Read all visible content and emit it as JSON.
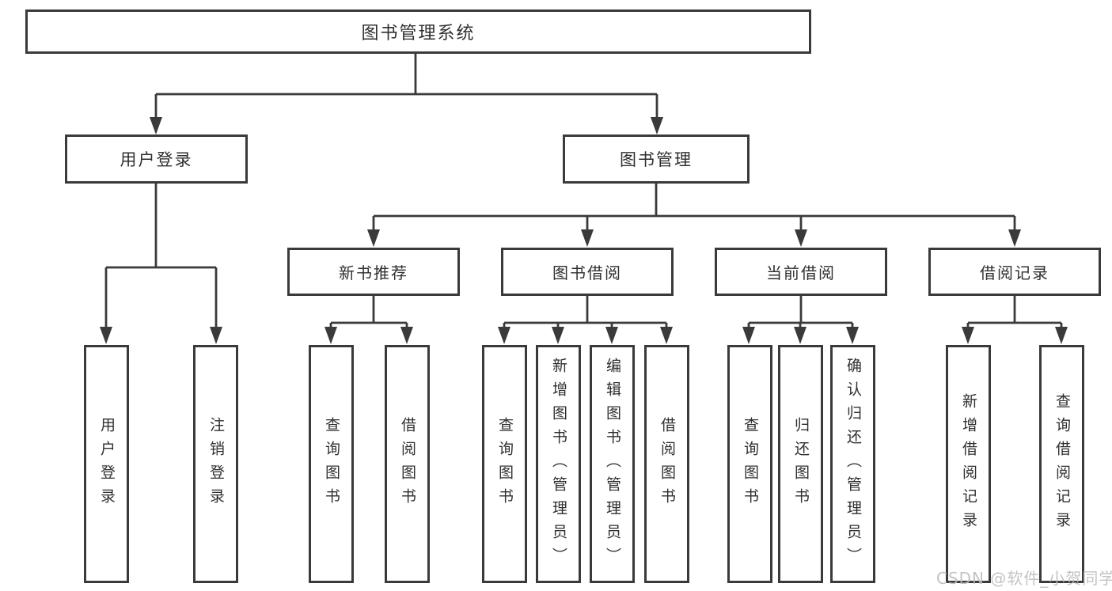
{
  "title": "图书管理系统",
  "watermark": "CSDN @软件_小贺同学",
  "colors": {
    "line": "#3a3a3a",
    "text": "#2f2f2f",
    "watermark": "#bdbdbd"
  },
  "nodes": {
    "root": {
      "label": "图书管理系统"
    },
    "level2": [
      {
        "id": "user-login",
        "label": "用户登录"
      },
      {
        "id": "book-management",
        "label": "图书管理"
      }
    ],
    "level3": [
      {
        "id": "new-book-recommendation",
        "label": "新书推荐"
      },
      {
        "id": "book-borrowing",
        "label": "图书借阅"
      },
      {
        "id": "current-borrowing",
        "label": "当前借阅"
      },
      {
        "id": "borrowing-records",
        "label": "借阅记录"
      }
    ],
    "leaves": [
      {
        "id": "user-login-leaf",
        "label": "用户登录",
        "parent": "user-login"
      },
      {
        "id": "logout",
        "label": "注销登录",
        "parent": "user-login"
      },
      {
        "id": "query-books-recommend",
        "label": "查询图书",
        "parent": "new-book-recommendation"
      },
      {
        "id": "borrow-books-recommend",
        "label": "借阅图书",
        "parent": "new-book-recommendation"
      },
      {
        "id": "query-books-borrow",
        "label": "查询图书",
        "parent": "book-borrowing"
      },
      {
        "id": "add-books-admin",
        "label": "新增图书（管理员）",
        "parent": "book-borrowing"
      },
      {
        "id": "edit-books-admin",
        "label": "编辑图书（管理员）",
        "parent": "book-borrowing"
      },
      {
        "id": "borrow-books-borrow",
        "label": "借阅图书",
        "parent": "book-borrowing"
      },
      {
        "id": "query-books-current",
        "label": "查询图书",
        "parent": "current-borrowing"
      },
      {
        "id": "return-books",
        "label": "归还图书",
        "parent": "current-borrowing"
      },
      {
        "id": "confirm-return-admin",
        "label": "确认归还（管理员）",
        "parent": "current-borrowing"
      },
      {
        "id": "add-borrow-record",
        "label": "新增借阅记录",
        "parent": "borrowing-records"
      },
      {
        "id": "query-borrow-record",
        "label": "查询借阅记录",
        "parent": "borrowing-records"
      }
    ]
  }
}
